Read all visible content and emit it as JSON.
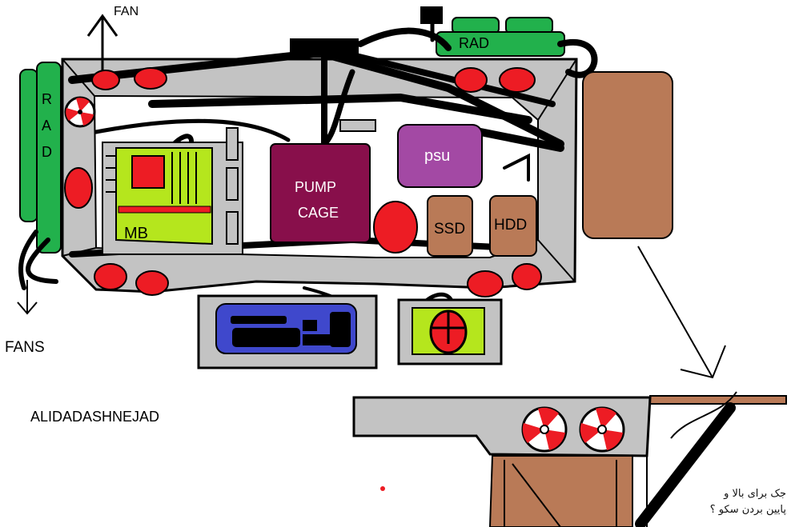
{
  "labels": {
    "fan_top": "FAN",
    "rad_top": "RAD",
    "rad_left": "RAD",
    "fans_bottom": "FANS",
    "mb": "MB",
    "pump_cage_line1": "PUMP",
    "pump_cage_line2": "CAGE",
    "psu": "psu",
    "ssd": "SSD",
    "hdd": "HDD",
    "author": "ALIDADASHNEJAD",
    "note_line1": "جک برای بالا و",
    "note_line2": "پایین بردن سکو ؟"
  },
  "colors": {
    "case_gray": "#c3c3c3",
    "outline": "#000000",
    "radiator_green": "#22b14c",
    "fan_red": "#ed1c24",
    "motherboard_lime": "#b5e61d",
    "pump_cage": "#880f4b",
    "psu_purple": "#a349a4",
    "drive_brown": "#b97a57",
    "keyboard_blue": "#3f48cc"
  }
}
